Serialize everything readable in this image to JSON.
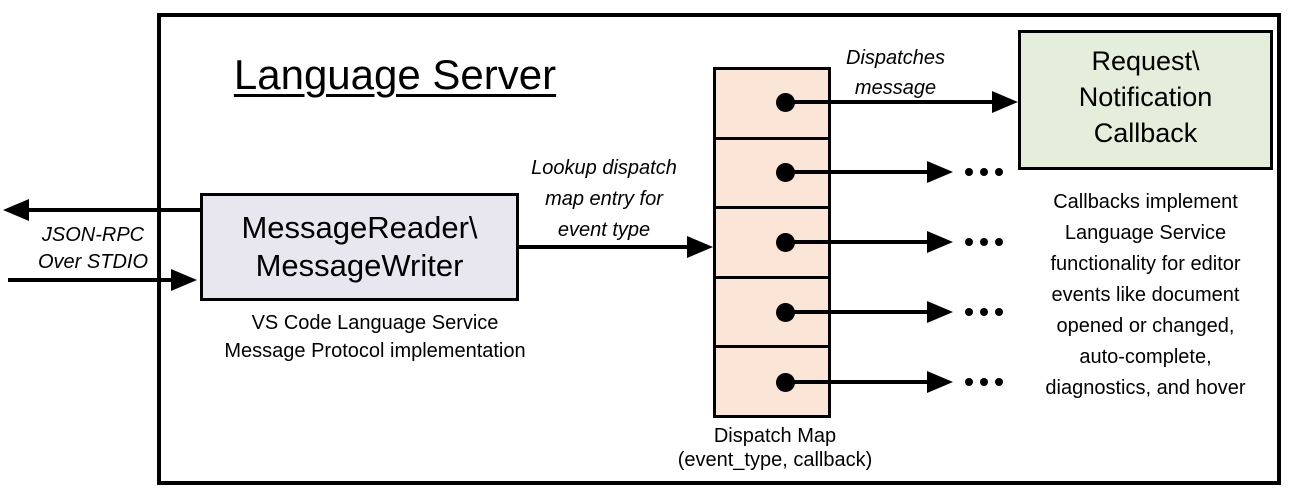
{
  "title": "Language Server",
  "io": {
    "line1": "JSON-RPC",
    "line2": "Over STDIO"
  },
  "reader": {
    "line1": "MessageReader\\",
    "line2": "MessageWriter",
    "caption1": "VS Code Language Service",
    "caption2": "Message Protocol implementation"
  },
  "lookup": {
    "line1": "Lookup dispatch",
    "line2": "map entry for",
    "line3": "event type"
  },
  "dispatch": {
    "label1": "Dispatches",
    "label2": "message",
    "caption1": "Dispatch Map",
    "caption2": "(event_type, callback)"
  },
  "callback": {
    "line1": "Request\\",
    "line2": "Notification",
    "line3": "Callback",
    "caption": [
      "Callbacks implement",
      "Language Service",
      "functionality for editor",
      "events like document",
      "opened or changed,",
      "auto-complete,",
      "diagnostics, and hover"
    ]
  },
  "colors": {
    "reader_fill": "#e8e7f0",
    "map_fill": "#fbe5d6",
    "callback_fill": "#e4eeda",
    "line": "#000000"
  }
}
